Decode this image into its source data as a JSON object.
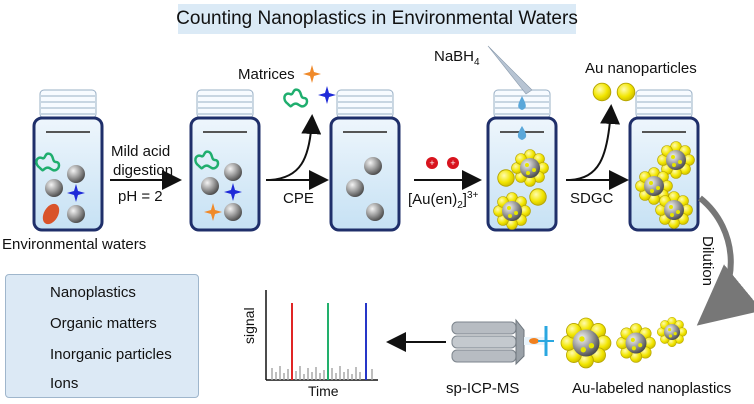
{
  "title": "Counting Nanoplastics in Environmental Waters",
  "labels": {
    "environmental_waters": "Environmental waters",
    "step1_line1": "Mild acid",
    "step1_line2": "digestion",
    "step1_line3": "pH = 2",
    "matrices": "Matrices",
    "cpe": "CPE",
    "nabh4": "NaBH",
    "nabh4_sub": "4",
    "au_complex_main": "[Au(en)",
    "au_complex_sub": "2",
    "au_complex_sup": "3+",
    "au_nanoparticles": "Au nanoparticles",
    "sdgc": "SDGC",
    "dilution": "Dilution",
    "au_labeled": "Au-labeled nanoplastics",
    "sp_icp_ms": "sp-ICP-MS",
    "signal_axis": "signal",
    "time_axis": "Time"
  },
  "legend": {
    "items": [
      {
        "label": "Nanoplastics",
        "icon": "gray-sphere-icon"
      },
      {
        "label": "Organic matters",
        "icon": "green-squiggle-icon"
      },
      {
        "label": "Inorganic particles",
        "icon": "orange-ellipse-icon"
      },
      {
        "label": "Ions",
        "icon": "blue-star-icon"
      }
    ]
  },
  "colors": {
    "banner": "#dbeaf6",
    "legend_bg": "#dce9f5",
    "vial_border": "#1f2f6a",
    "vial_liquid": "#cfe6f6",
    "nanoplastic": "#8a8a8a",
    "gold": "#f2e600",
    "organic": "#1fae6e",
    "inorganic": "#d9532a",
    "ion": "#1f2ad8",
    "matrix_star": "#f08a2a",
    "au_ion": "#d8141e",
    "droplet": "#5aa7d9",
    "peak_red": "#e02525",
    "peak_green": "#22b06c",
    "peak_blue": "#2636c8"
  }
}
